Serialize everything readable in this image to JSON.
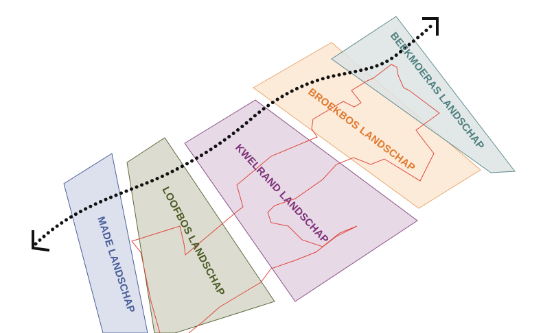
{
  "zones": [
    {
      "id": "made",
      "label": "MADE LANDSCHAP",
      "fill": "#d7dceb",
      "stroke": "#4a5e9a",
      "text_color": "#4a5e9a"
    },
    {
      "id": "loofbos",
      "label": "LOOFBOS LANDSCHAP",
      "fill": "#d6d7c8",
      "stroke": "#5d6a3c",
      "text_color": "#4b5a26"
    },
    {
      "id": "kwelrand",
      "label": "KWELRAND LANDSCHAP",
      "fill": "#e3d2e1",
      "stroke": "#8a4d87",
      "text_color": "#7d2f78"
    },
    {
      "id": "broekbos",
      "label": "BROEKBOS LANDSCHAP",
      "fill": "#fde7d3",
      "stroke": "#e8a76f",
      "text_color": "#e0782c"
    },
    {
      "id": "beekmoeras",
      "label": "BEEKMOERAS LANDSCHAP",
      "fill": "#dde4e4",
      "stroke": "#5f8a8a",
      "text_color": "#4e7f80"
    }
  ],
  "colors": {
    "boundary": "#e0453a",
    "transect": "#111111"
  }
}
